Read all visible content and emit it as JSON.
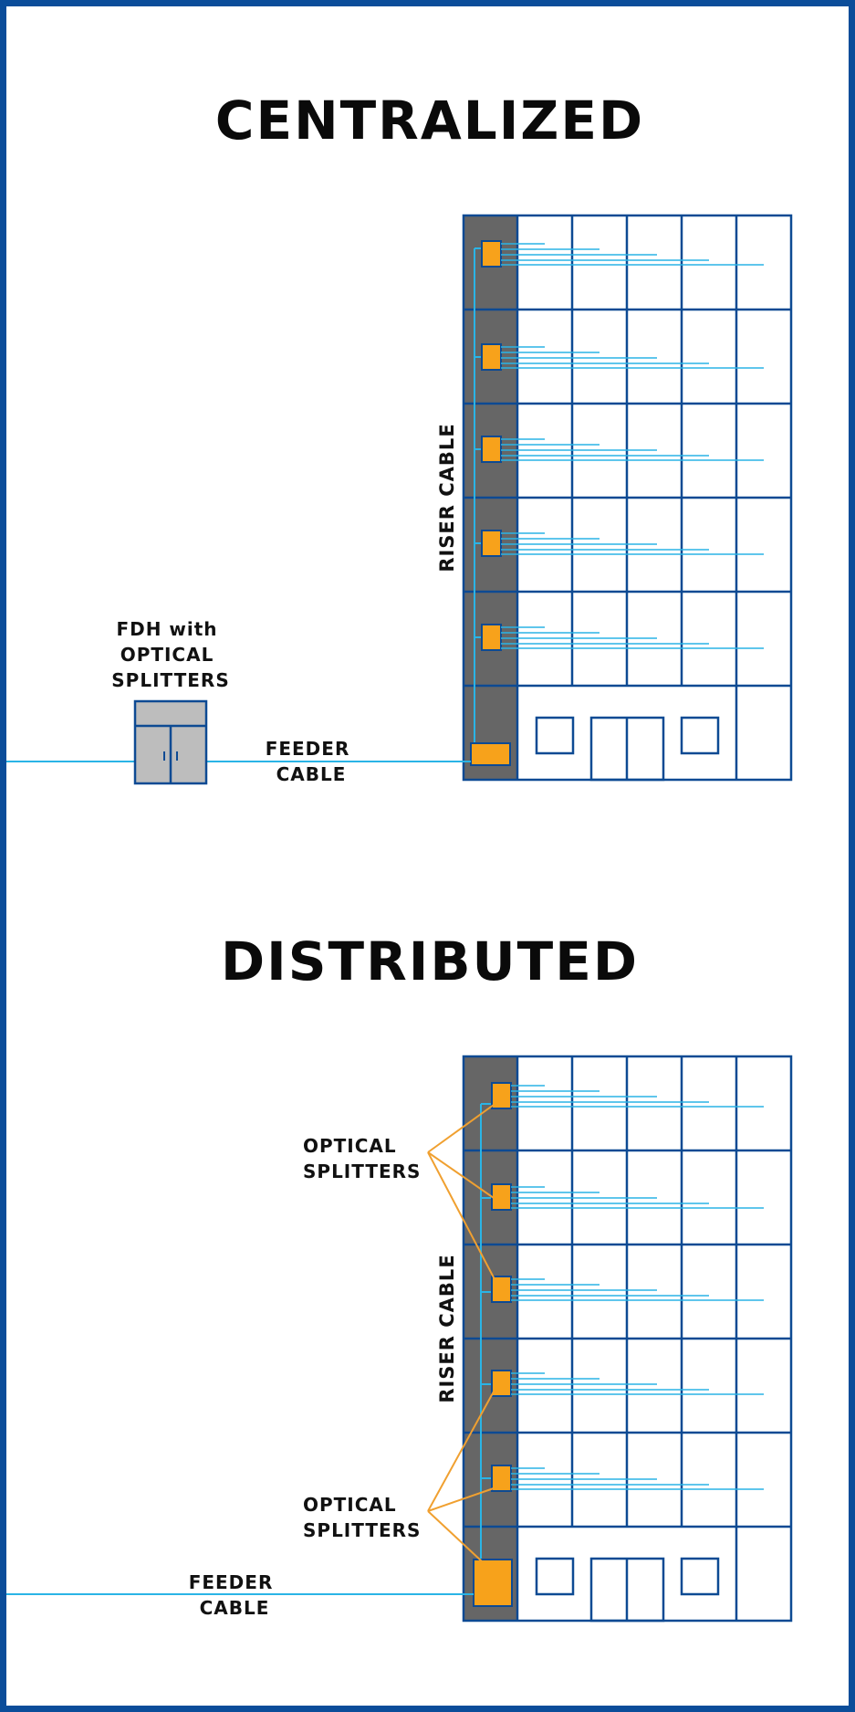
{
  "colors": {
    "frame_border": "#0B4D9A",
    "building_outline": "#0D4A93",
    "riser_column": "#666666",
    "splitter_fill": "#F7A21B",
    "fiber_line": "#2AB4E6",
    "callout_line": "#F0A030",
    "cabinet_fill": "#BDBDBD",
    "text": "#111111"
  },
  "centralized": {
    "title": "CENTRALIZED",
    "riser_label": "RISER CABLE",
    "fdh_label": [
      "FDH with",
      "OPTICAL",
      "SPLITTERS"
    ],
    "feeder_label": [
      "FEEDER",
      "CABLE"
    ],
    "floors_with_splitters": 5,
    "fibers_per_splitter": 5
  },
  "distributed": {
    "title": "DISTRIBUTED",
    "riser_label": "RISER CABLE",
    "splitter_callout_top": [
      "OPTICAL",
      "SPLITTERS"
    ],
    "splitter_callout_bottom": [
      "OPTICAL",
      "SPLITTERS"
    ],
    "feeder_label": [
      "FEEDER",
      "CABLE"
    ],
    "floors_with_splitters": 5,
    "fibers_per_splitter": 5
  }
}
